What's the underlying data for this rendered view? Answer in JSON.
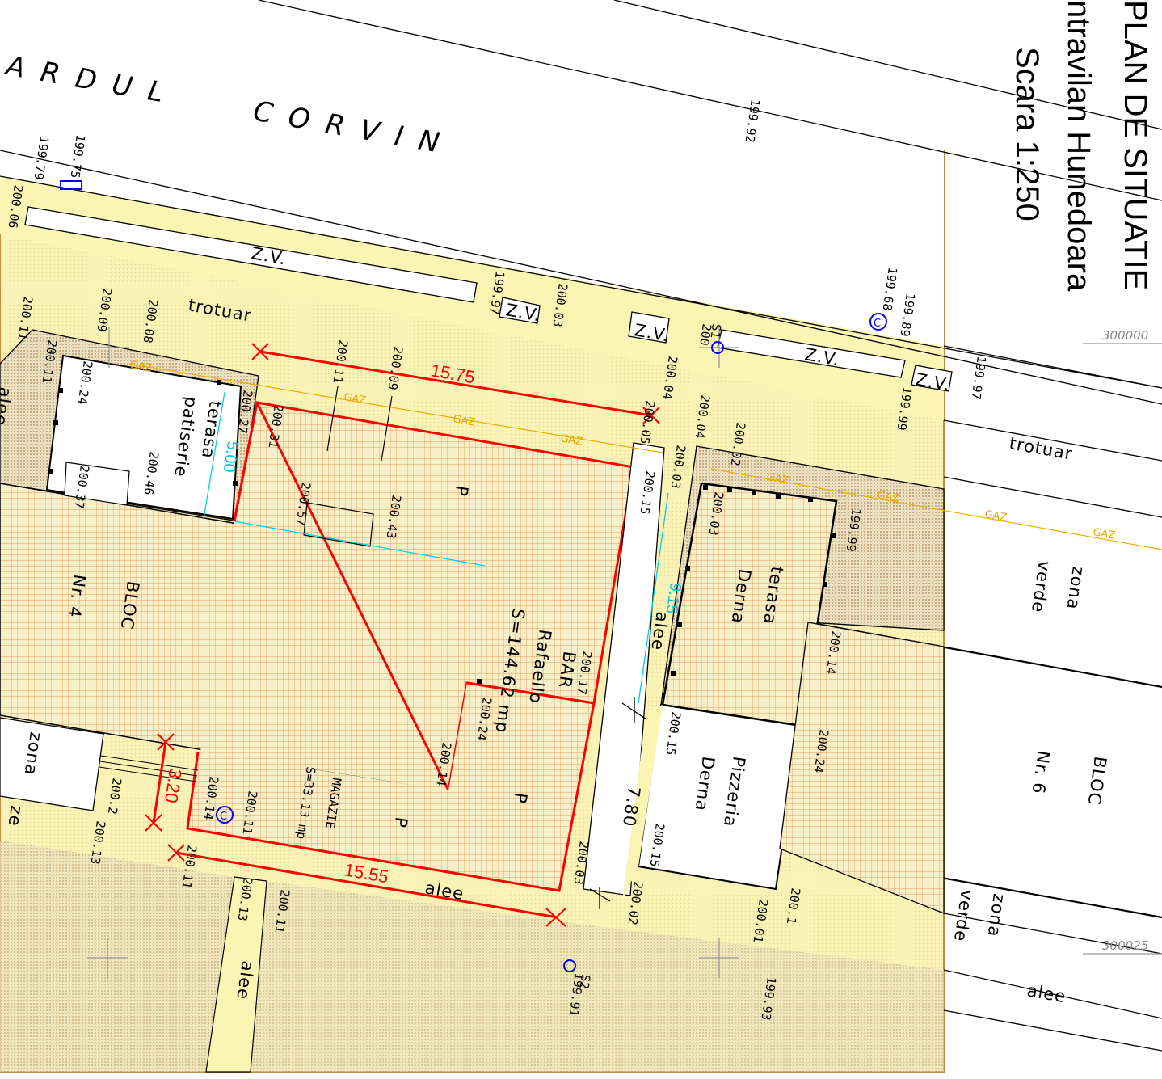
{
  "title": {
    "line1": "PLAN DE SITUATIE",
    "line2": "ntravilan Hunedoara",
    "line3": "Scara 1:250"
  },
  "street": {
    "part1": "ARDUL",
    "part2": "CORVIN"
  },
  "labels": {
    "trotuar_top": "trotuar",
    "trotuar_right": "trotuar",
    "zv1": "Z.V.",
    "zv2": "Z.V.",
    "zv3": "Z.V.",
    "zv4": "Z.V.",
    "zv5": "Z.V.",
    "terasa_patiserie_1": "terasa",
    "terasa_patiserie_2": "patiserie",
    "bloc4_1": "BLOC",
    "bloc4_2": "Nr. 4",
    "bar_1": "BAR",
    "bar_2": "Rafaello",
    "bar_area": "S=144.62 mp",
    "p1": "P",
    "p2": "P",
    "p3": "P",
    "magazie_1": "MAGAZIE",
    "magazie_area": "S=33.13 mp",
    "alee_mid": "alee",
    "alee_bottom": "alee",
    "alee_left": "alee",
    "alee_vertical": "alee",
    "alee_right": "alee",
    "terasa_derna_1": "terasa",
    "terasa_derna_2": "Derna",
    "pizzeria_1": "Pizzeria",
    "pizzeria_2": "Derna",
    "bloc6_1": "BLOC",
    "bloc6_2": "Nr. 6",
    "zona_verde_1a": "zona",
    "zona_verde_1b": "verde",
    "zona_verde_2a": "zona",
    "zona_verde_2b": "verde",
    "zona_left": "zona",
    "ze_left": "ze",
    "s1": "S1",
    "s2": "S2",
    "gaz": "GAZ",
    "grid_300000": "300000",
    "grid_300025": "300025"
  },
  "dimensions": {
    "d1575": "15.75",
    "d1555": "15.55",
    "d500": "5.00",
    "d915": "9.15",
    "d320": "3.20",
    "d780": "7.80"
  },
  "elevations": [
    "199.79",
    "199.75",
    "200.06",
    "199.97",
    "200.03",
    "200.11",
    "200.09",
    "200.08",
    "200.11",
    "200.24",
    "200.27",
    "200.31",
    "200.11",
    "200.09",
    "200.46",
    "200.37",
    "200.57",
    "200.43",
    "200.04",
    "200.05",
    "200.15",
    "200.04",
    "200.03",
    "200.02",
    "200.03",
    "199.99",
    "199.92",
    "199.68",
    "199.89",
    "199.97",
    "199.99",
    "200.17",
    "200.24",
    "200.14",
    "200.14",
    "200.11",
    "200.2",
    "200.13",
    "200.11",
    "200.13",
    "200.11",
    "200.03",
    "200.02",
    "200.15",
    "200.15",
    "200.14",
    "200.24",
    "200.1",
    "200.01",
    "199.93",
    "199.91",
    "200"
  ],
  "colors": {
    "yellow_fill": "#fbf5b4",
    "orange_grid": "#e8a060",
    "red_outline": "#ff0000",
    "gas_line": "#e8b000",
    "cyan_dim": "#00d0e8",
    "blue_marker": "#0000ff"
  }
}
